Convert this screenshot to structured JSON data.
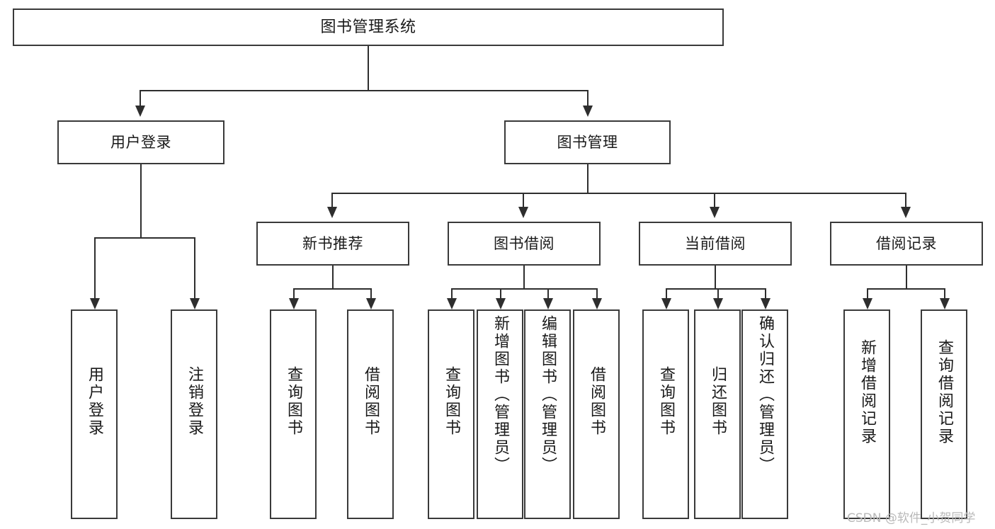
{
  "diagram": {
    "title": "图书管理系统",
    "type": "hierarchy-tree",
    "levels": {
      "root": {
        "label": "图书管理系统"
      },
      "level2": [
        {
          "id": "user-login",
          "label": "用户登录"
        },
        {
          "id": "book-management",
          "label": "图书管理"
        }
      ],
      "level3": [
        {
          "id": "new-book-recommend",
          "label": "新书推荐"
        },
        {
          "id": "book-borrow",
          "label": "图书借阅"
        },
        {
          "id": "current-borrow",
          "label": "当前借阅"
        },
        {
          "id": "borrow-record",
          "label": "借阅记录"
        }
      ],
      "leaves": {
        "user_login": [
          {
            "id": "leaf-user-login",
            "label": "用户登录"
          },
          {
            "id": "leaf-logout-login",
            "label": "注销登录"
          }
        ],
        "new_book_recommend": [
          {
            "id": "leaf-query-book-1",
            "label": "查询图书"
          },
          {
            "id": "leaf-borrow-book-1",
            "label": "借阅图书"
          }
        ],
        "book_borrow": [
          {
            "id": "leaf-query-book-2",
            "label": "查询图书"
          },
          {
            "id": "leaf-add-book-admin",
            "label": "新增图书（管理员）"
          },
          {
            "id": "leaf-edit-book-admin",
            "label": "编辑图书（管理员）"
          },
          {
            "id": "leaf-borrow-book-2",
            "label": "借阅图书"
          }
        ],
        "current_borrow": [
          {
            "id": "leaf-query-book-3",
            "label": "查询图书"
          },
          {
            "id": "leaf-return-book",
            "label": "归还图书"
          },
          {
            "id": "leaf-confirm-return-admin",
            "label": "确认归还（管理员）"
          }
        ],
        "borrow_record": [
          {
            "id": "leaf-add-borrow-record",
            "label": "新增借阅记录"
          },
          {
            "id": "leaf-query-borrow-record",
            "label": "查询借阅记录"
          }
        ]
      }
    },
    "watermark": "CSDN @软件_小贺同学",
    "colors": {
      "border": "#3a3a3a",
      "connector": "#2e2e2e",
      "background": "#ffffff",
      "text": "#1a1a1a",
      "watermark": "#b9b9b9"
    }
  }
}
